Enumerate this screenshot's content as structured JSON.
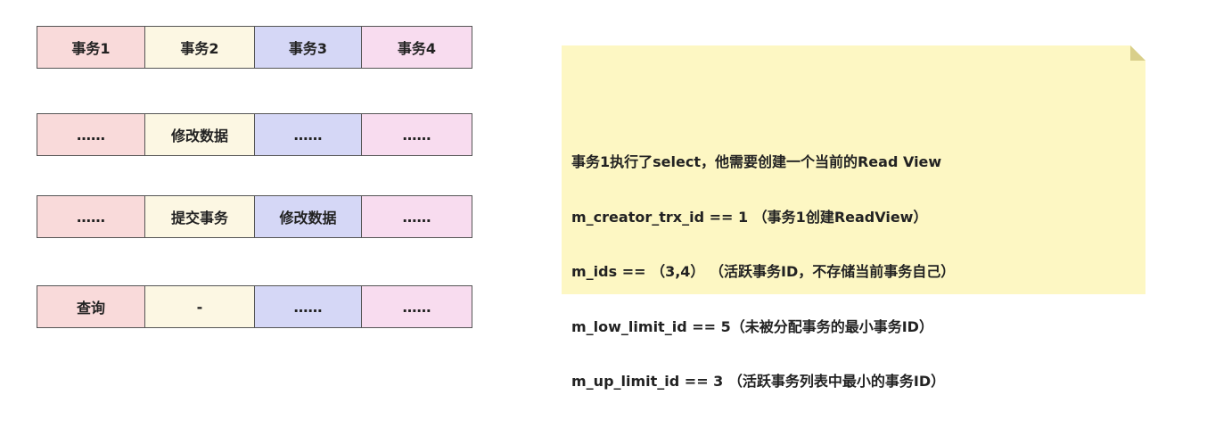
{
  "rows": [
    {
      "cells": [
        "事务1",
        "事务2",
        "事务3",
        "事务4"
      ]
    },
    {
      "cells": [
        "……",
        "修改数据",
        "……",
        "……"
      ]
    },
    {
      "cells": [
        "……",
        "提交事务",
        "修改数据",
        "……"
      ]
    },
    {
      "cells": [
        "查询",
        "-",
        "……",
        "……"
      ]
    }
  ],
  "note": {
    "lines": [
      "事务1执行了select，他需要创建一个当前的Read View",
      "m_creator_trx_id == 1 （事务1创建ReadView）",
      "m_ids == （3,4） （活跃事务ID，不存储当前事务自己）",
      "m_low_limit_id == 5（未被分配事务的最小事务ID）",
      "m_up_limit_id == 3 （活跃事务列表中最小的事务ID）"
    ]
  },
  "colors": {
    "col1": "#f9dada",
    "col2": "#fcf7e3",
    "col3": "#d5d7f6",
    "col4": "#f8dcef",
    "note_fill": "#fdf7c3",
    "note_fold": "#d9cf8a"
  }
}
